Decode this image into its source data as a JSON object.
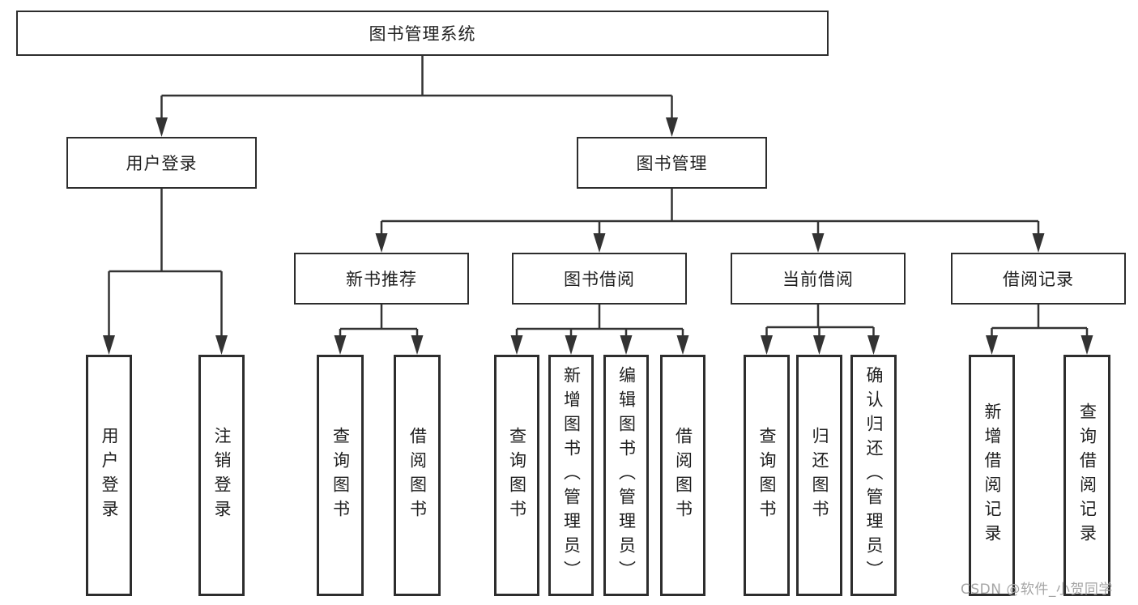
{
  "nodes": {
    "root": {
      "label": "图书管理系统"
    },
    "user_login": {
      "label": "用户登录"
    },
    "book_management": {
      "label": "图书管理"
    },
    "new_book_recommendation": {
      "label": "新书推荐"
    },
    "book_borrowing": {
      "label": "图书借阅"
    },
    "current_borrowing": {
      "label": "当前借阅"
    },
    "borrowing_records": {
      "label": "借阅记录"
    }
  },
  "leaves": {
    "user_login": {
      "label": "用户登录"
    },
    "logout": {
      "label": "注销登录"
    },
    "nbr_query_books": {
      "label": "查询图书"
    },
    "nbr_borrow_books": {
      "label": "借阅图书"
    },
    "bb_query_books": {
      "label": "查询图书"
    },
    "bb_add_books": {
      "label": "新增图书（管理员）"
    },
    "bb_edit_books": {
      "label": "编辑图书（管理员）"
    },
    "bb_borrow_books": {
      "label": "借阅图书"
    },
    "cb_query_books": {
      "label": "查询图书"
    },
    "cb_return_books": {
      "label": "归还图书"
    },
    "cb_confirm_return": {
      "label": "确认归还（管理员）"
    },
    "br_add_record": {
      "label": "新增借阅记录"
    },
    "br_query_record": {
      "label": "查询借阅记录"
    }
  },
  "watermark": {
    "text": "CSDN @软件_小贺同学"
  },
  "colors": {
    "line": "#333333",
    "box_border": "#2d2d2d",
    "box_background": "#ffffff",
    "text": "#1f1f1f",
    "watermark": "#a5a5a5",
    "page_background": "#ffffff"
  }
}
